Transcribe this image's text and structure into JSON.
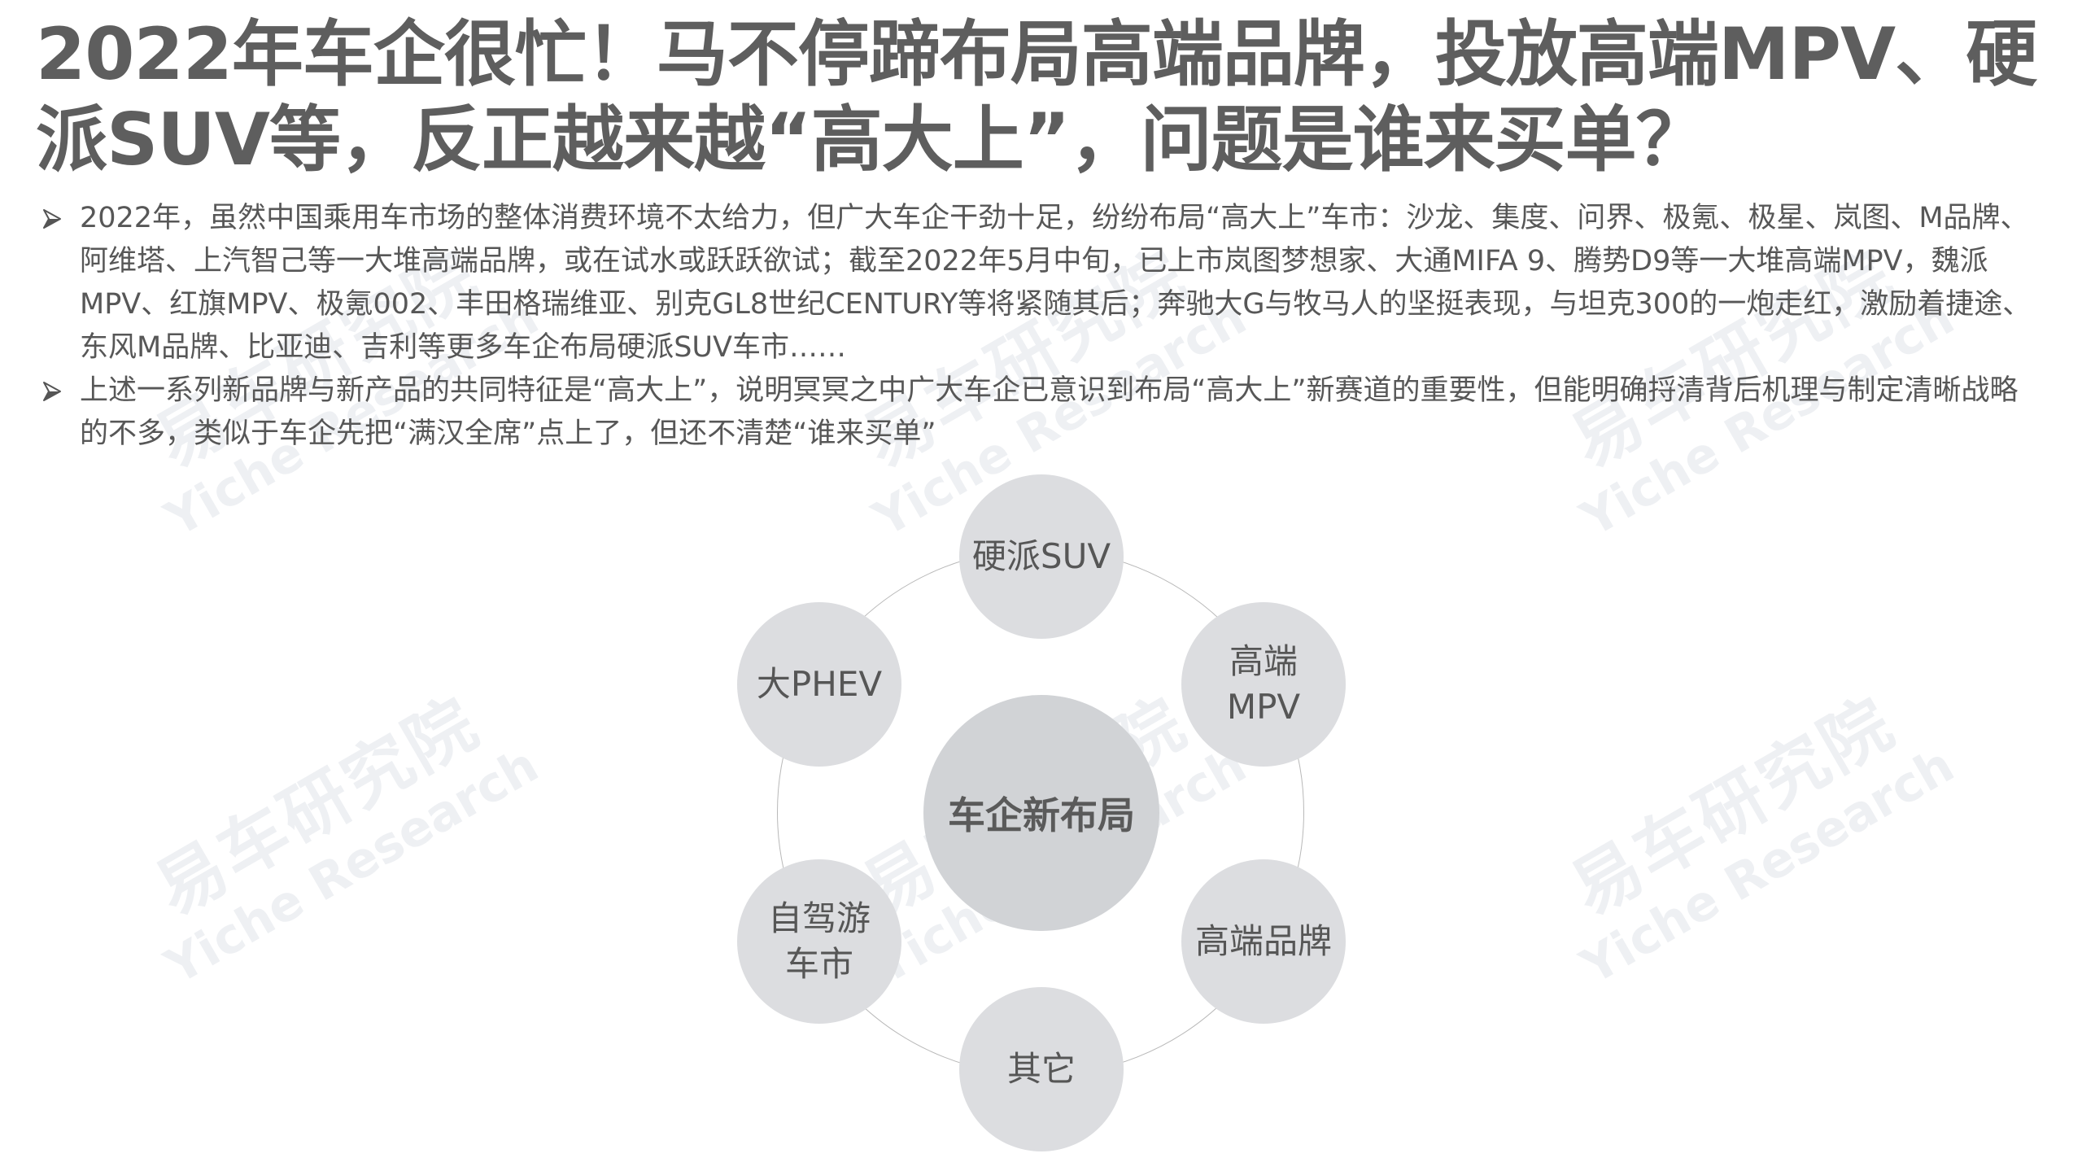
{
  "title": "2022年车企很忙！马不停蹄布局高端品牌，投放高端MPV、硬派SUV等，反正越来越“高大上”，问题是谁来买单？",
  "bullets": [
    {
      "icon": "arrowhead-bullet-icon",
      "text": "2022年，虽然中国乘用车市场的整体消费环境不太给力，但广大车企干劲十足，纷纷布局“高大上”车市：沙龙、集度、问界、极氪、极星、岚图、M品牌、阿维塔、上汽智己等一大堆高端品牌，或在试水或跃跃欲试；截至2022年5月中旬，已上市岚图梦想家、大通MIFA 9、腾势D9等一大堆高端MPV，魏派MPV、红旗MPV、极氪002、丰田格瑞维亚、别克GL8世纪CENTURY等将紧随其后；奔驰大G与牧马人的坚挺表现，与坦克300的一炮走红，激励着捷途、东风M品牌、比亚迪、吉利等更多车企布局硬派SUV车市……"
    },
    {
      "icon": "arrowhead-bullet-icon",
      "text": "上述一系列新品牌与新产品的共同特征是“高大上”，说明冥冥之中广大车企已意识到布局“高大上”新赛道的重要性，但能明确捋清背后机理与制定清晰战略的不多，类似于车企先把“满汉全席”点上了，但还不清楚“谁来买单”"
    }
  ],
  "diagram": {
    "center": "车企新布局",
    "nodes": [
      {
        "position": "top",
        "label": "硬派SUV"
      },
      {
        "position": "upper-right",
        "label": "高端\nMPV"
      },
      {
        "position": "lower-right",
        "label": "高端品牌"
      },
      {
        "position": "bottom",
        "label": "其它"
      },
      {
        "position": "lower-left",
        "label": "自驾游\n车市"
      },
      {
        "position": "upper-left",
        "label": "大PHEV"
      }
    ],
    "colors": {
      "center_fill": "#d1d3d6",
      "node_fill": "#dcdde0",
      "ring_stroke": "#b8b8b8",
      "text": "#5a5a5a"
    }
  },
  "watermark": {
    "cn": "易车研究院",
    "en": "Yiche Research"
  }
}
